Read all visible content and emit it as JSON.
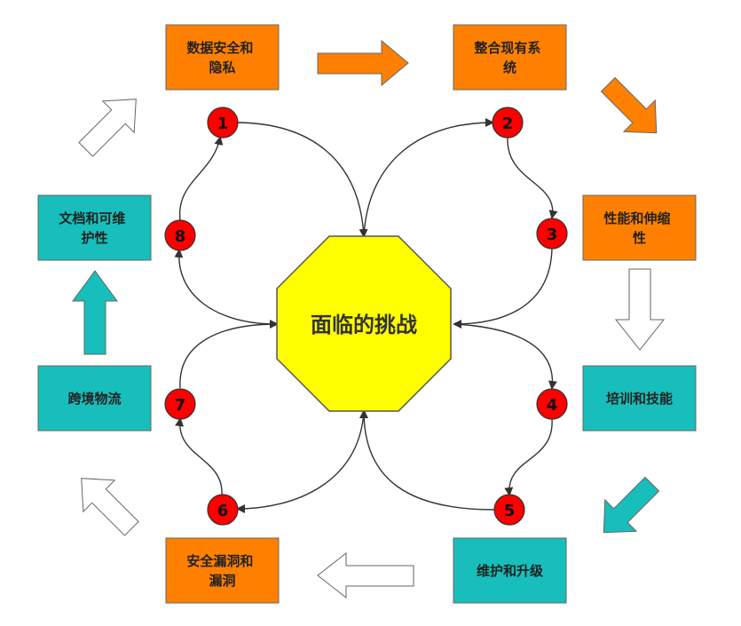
{
  "center": {
    "label": "面临的挑战",
    "fill": "#FFFF00",
    "stroke": "#555555"
  },
  "colors": {
    "orange_box": "#FF8000",
    "teal_box": "#17BEBB",
    "number_circle": "#FF0000",
    "orange_arrow": "#FF8000",
    "teal_arrow": "#17BEBB",
    "hollow_arrow": "#FFFFFF",
    "connector": "#333333"
  },
  "boxes": [
    {
      "id": "data-security",
      "lines": [
        "数据安全和",
        "隐私"
      ],
      "color": "orange"
    },
    {
      "id": "integrate-systems",
      "lines": [
        "整合现有系",
        "统"
      ],
      "color": "orange"
    },
    {
      "id": "performance-scalability",
      "lines": [
        "性能和伸缩",
        "性"
      ],
      "color": "orange"
    },
    {
      "id": "training-skills",
      "lines": [
        "培训和技能"
      ],
      "color": "teal"
    },
    {
      "id": "maintenance-upgrade",
      "lines": [
        "维护和升级"
      ],
      "color": "teal"
    },
    {
      "id": "security-vulnerabilities",
      "lines": [
        "安全漏洞和",
        "漏洞"
      ],
      "color": "orange"
    },
    {
      "id": "cross-border-logistics",
      "lines": [
        "跨境物流"
      ],
      "color": "teal"
    },
    {
      "id": "documentation-maintainability",
      "lines": [
        "文档和可维",
        "护性"
      ],
      "color": "teal"
    }
  ],
  "numbers": [
    "1",
    "2",
    "3",
    "4",
    "5",
    "6",
    "7",
    "8"
  ]
}
